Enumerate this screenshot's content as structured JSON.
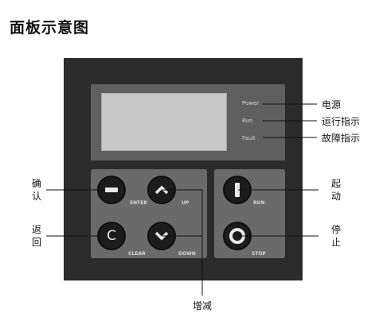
{
  "title": "面板示意图",
  "display": {
    "indicators": [
      "Power",
      "Run",
      "Fault"
    ]
  },
  "buttons": {
    "minus": {
      "label": "ENTER"
    },
    "up": {
      "label": "UP"
    },
    "clear": {
      "glyph": "C",
      "label": "CLEAR"
    },
    "down": {
      "label": "DOWN"
    },
    "run": {
      "label": "RUN"
    },
    "stop": {
      "label": "STOP"
    }
  },
  "callouts": {
    "power": "电源",
    "run_indicator": "运行指示",
    "fault_indicator": "故障指示",
    "confirm": "确认",
    "back": "返回",
    "start": "起动",
    "stop": "停止",
    "inc_dec": "增减"
  },
  "colors": {
    "panel": "#2b2b2b",
    "display_frame": "#5f5f5f",
    "screen": "#c8c8c8",
    "button": "#1c1c1c",
    "button_group": "#6a6a6a"
  }
}
